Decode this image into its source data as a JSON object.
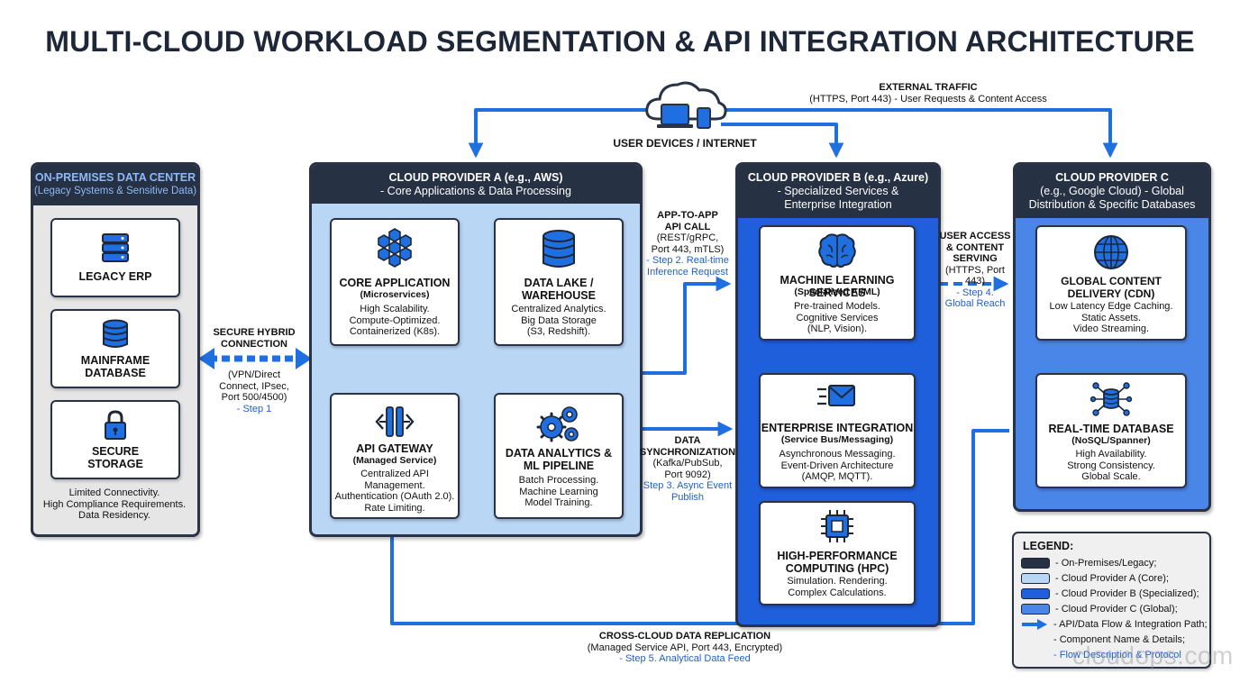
{
  "title": "MULTI-CLOUD WORKLOAD SEGMENTATION & API INTEGRATION ARCHITECTURE",
  "colors": {
    "dark": "#263244",
    "provider_a": "#b9d6f5",
    "provider_b": "#1f5fdc",
    "provider_c": "#4a86e8",
    "on_prem": "#e6e6e6",
    "arrow": "#1f6fe0",
    "step_text": "#1f5fcf"
  },
  "internet": {
    "label": "USER DEVICES / INTERNET",
    "external_title": "EXTERNAL TRAFFIC",
    "external_detail": "(HTTPS, Port 443) - User Requests & Content Access",
    "icon": "cloud-devices-icon"
  },
  "on_prem": {
    "title": "ON-PREMISES DATA CENTER",
    "subtitle": "(Legacy Systems & Sensitive Data)",
    "items": [
      {
        "name": "LEGACY ERP",
        "icon": "server-rack-icon"
      },
      {
        "name": "MAINFRAME\nDATABASE",
        "icon": "database-icon"
      },
      {
        "name": "SECURE\nSTORAGE",
        "icon": "lock-icon"
      }
    ],
    "footer": [
      "Limited Connectivity.",
      "High Compliance Requirements.",
      "Data Residency."
    ]
  },
  "hybrid": {
    "title": [
      "SECURE HYBRID",
      "CONNECTION"
    ],
    "detail": [
      "(VPN/Direct",
      "Connect, IPsec,",
      "Port 500/4500)"
    ],
    "step": "- Step 1"
  },
  "provider_a": {
    "title": "CLOUD PROVIDER A (e.g., AWS)",
    "subtitle": "- Core Applications & Data Processing",
    "cards": [
      {
        "name": "CORE APPLICATION",
        "sub": "(Microservices)",
        "details": [
          "High Scalability.",
          "Compute-Optimized.",
          "Containerized (K8s)."
        ],
        "icon": "hexagon-cluster-icon"
      },
      {
        "name": "DATA LAKE /\nWAREHOUSE",
        "sub": "",
        "details": [
          "Centralized Analytics.",
          "Big Data Storage",
          "(S3, Redshift)."
        ],
        "icon": "database-icon"
      },
      {
        "name": "API GATEWAY",
        "sub": "(Managed Service)",
        "details": [
          "Centralized API",
          "Management.",
          "Authentication (OAuth 2.0).",
          "Rate Limiting."
        ],
        "icon": "api-gateway-icon"
      },
      {
        "name": "DATA ANALYTICS &\nML PIPELINE",
        "sub": "",
        "details": [
          "Batch Processing.",
          "Machine Learning",
          "Model Training."
        ],
        "icon": "gears-icon"
      }
    ]
  },
  "app_to_app": {
    "title": [
      "APP-TO-APP",
      "API CALL"
    ],
    "detail": [
      "(REST/gRPC,",
      "Port 443, mTLS)"
    ],
    "step": [
      "- Step 2. Real-time",
      "Inference Request"
    ]
  },
  "data_sync": {
    "title": [
      "DATA",
      "SYNCHRONIZATION"
    ],
    "detail": [
      "(Kafka/PubSub,",
      "Port 9092)"
    ],
    "step": [
      "Step 3. Async Event",
      "Publish"
    ]
  },
  "provider_b": {
    "title": "CLOUD PROVIDER B (e.g., Azure)",
    "subtitle": [
      "- Specialized Services &",
      "Enterprise Integration"
    ],
    "cards": [
      {
        "name": "MACHINE LEARNING SERVICES",
        "sub": "(Specialized AI/ML)",
        "details": [
          "Pre-trained Models.",
          "Cognitive Services",
          "(NLP, Vision)."
        ],
        "icon": "brain-icon"
      },
      {
        "name": "ENTERPRISE INTEGRATION",
        "sub": "(Service Bus/Messaging)",
        "details": [
          "Asynchronous Messaging.",
          "Event-Driven Architecture",
          "(AMQP, MQTT)."
        ],
        "icon": "envelope-icon"
      },
      {
        "name": "HIGH-PERFORMANCE\nCOMPUTING (HPC)",
        "sub": "",
        "details": [
          "Simulation. Rendering.",
          "Complex Calculations."
        ],
        "icon": "chip-icon"
      }
    ]
  },
  "user_access": {
    "title": [
      "USER ACCESS",
      "& CONTENT",
      "SERVING"
    ],
    "detail": [
      "(HTTPS, Port",
      "443)"
    ],
    "step": [
      "- Step 4.",
      "Global Reach"
    ]
  },
  "provider_c": {
    "title": "CLOUD PROVIDER C",
    "subtitle": [
      "(e.g., Google Cloud) - Global",
      "Distribution & Specific Databases"
    ],
    "cards": [
      {
        "name": "GLOBAL CONTENT\nDELIVERY (CDN)",
        "sub": "",
        "details": [
          "Low Latency Edge Caching.",
          "Static Assets.",
          "Video Streaming."
        ],
        "icon": "globe-icon"
      },
      {
        "name": "REAL-TIME DATABASE",
        "sub": "(NoSQL/Spanner)",
        "details": [
          "High Availability.",
          "Strong Consistency.",
          "Global Scale."
        ],
        "icon": "distributed-db-icon"
      }
    ]
  },
  "replication": {
    "title": "CROSS-CLOUD DATA REPLICATION",
    "detail": "(Managed Service API, Port 443, Encrypted)",
    "step": "- Step 5. Analytical Data Feed"
  },
  "legend": {
    "title": "LEGEND:",
    "items": [
      {
        "label": "- On-Premises/Legacy;",
        "swatch": "#263244"
      },
      {
        "label": "- Cloud Provider A (Core);",
        "swatch": "#b9d6f5"
      },
      {
        "label": "- Cloud Provider B (Specialized);",
        "swatch": "#1f5fdc"
      },
      {
        "label": "- Cloud Provider C (Global);",
        "swatch": "#4a86e8"
      },
      {
        "label": "- API/Data Flow & Integration Path;",
        "swatch": "arrow"
      },
      {
        "label": "- Component Name & Details;",
        "swatch": ""
      },
      {
        "label": "- Flow Description & Protocol",
        "swatch": ""
      }
    ]
  },
  "watermark": "cloudops.com"
}
